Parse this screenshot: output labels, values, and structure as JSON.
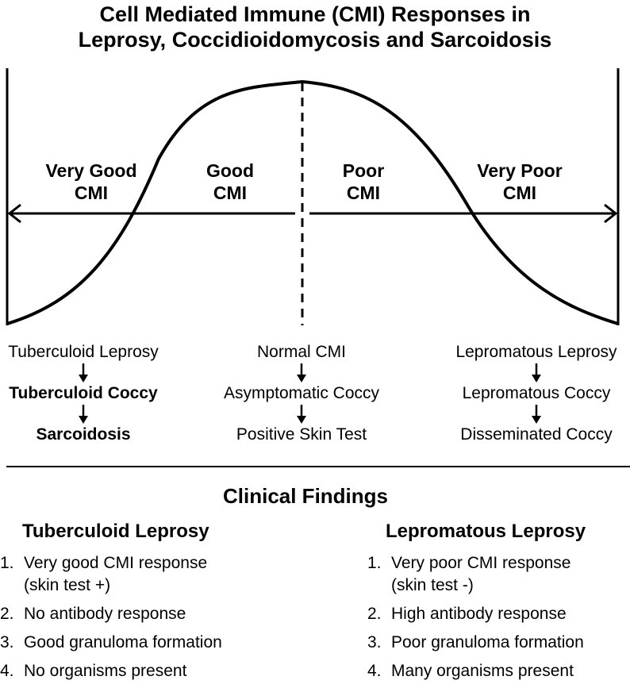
{
  "title": {
    "line1": "Cell Mediated Immune (CMI) Responses in",
    "line2": "Leprosy, Coccidioidomycosis and Sarcoidosis"
  },
  "zones": [
    {
      "line1": "Very Good",
      "line2": "CMI"
    },
    {
      "line1": "Good",
      "line2": "CMI"
    },
    {
      "line1": "Poor",
      "line2": "CMI"
    },
    {
      "line1": "Very Poor",
      "line2": "CMI"
    }
  ],
  "chains": {
    "left": [
      "Tuberculoid Leprosy",
      "Tuberculoid Coccy",
      "Sarcoidosis"
    ],
    "middle": [
      "Normal CMI",
      "Asymptomatic Coccy",
      "Positive Skin Test"
    ],
    "right": [
      "Lepromatous Leprosy",
      "Lepromatous Coccy",
      "Disseminated Coccy"
    ]
  },
  "findings": {
    "title": "Clinical Findings",
    "tuberculoid": {
      "heading": "Tuberculoid Leprosy",
      "items": [
        {
          "num": "1.",
          "line1": "Very good CMI response",
          "line2": "(skin test +)"
        },
        {
          "num": "2.",
          "line1": "No antibody response"
        },
        {
          "num": "3.",
          "line1": "Good granuloma formation"
        },
        {
          "num": "4.",
          "line1": "No organisms present"
        }
      ]
    },
    "lepromatous": {
      "heading": "Lepromatous Leprosy",
      "items": [
        {
          "num": "1.",
          "line1": "Very poor CMI response",
          "line2": "(skin test -)"
        },
        {
          "num": "2.",
          "line1": "High antibody response"
        },
        {
          "num": "3.",
          "line1": "Poor granuloma formation"
        },
        {
          "num": "4.",
          "line1": "Many organisms present"
        }
      ]
    }
  }
}
